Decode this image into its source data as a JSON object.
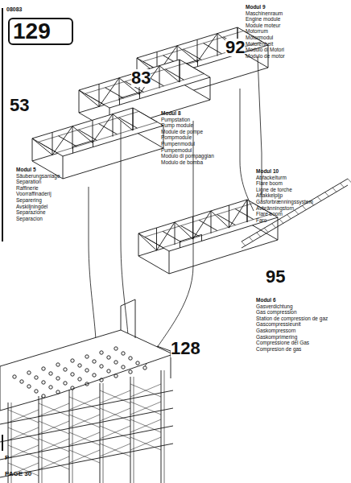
{
  "diagram": {
    "nodes": [
      {
        "text": [
          "129"
        ]
      }
    ],
    "labels": [
      "08083",
      "Modul 9",
      "Maschinenraum",
      "Engine module",
      "Module moteur",
      "Motorrum",
      "Motormodul",
      "Motorenheit",
      "Modulo di Motori",
      "Modulo de motor",
      "Modul 8",
      "Pumpstation",
      "Pump module",
      "Module de pompe",
      "Pompmodule",
      "Pumpenmodul",
      "Pumpemodul",
      "Modulo di pompaggian",
      "Modulo de bomba",
      "Modul 5",
      "Säuberungsanlage",
      "Separation",
      "Raffinerie",
      "Voorraffinaderij",
      "Separering",
      "Avskiljningdel",
      "Separazione",
      "Separacion",
      "Modul 10",
      "Abfackelturm",
      "Flare boom",
      "Ligne de torche",
      "Affakkelpijp",
      "Gasforbrænningssystem",
      "Avbränningstorn",
      "Flare boom",
      "Faro",
      "Modul 6",
      "Gasverdichtung",
      "Gas compression",
      "Station de compression de gaz",
      "Gascompressieunit",
      "Gaskompressorn",
      "Gaskomprimering",
      "Compressione del Gas",
      "Compresion de gas",
      "92",
      "83",
      "53",
      "95",
      "128",
      "PAGE 30",
      "P"
    ]
  }
}
